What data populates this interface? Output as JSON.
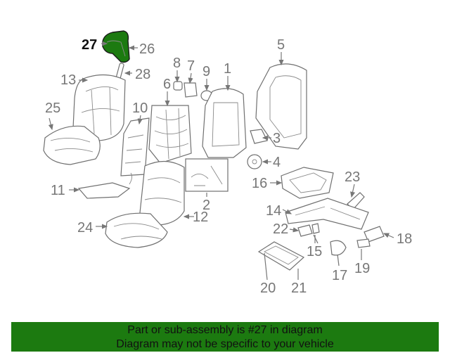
{
  "diagram": {
    "highlight_color": "#1c7a10",
    "highlighted_part": "27",
    "callouts": {
      "c1": "1",
      "c2": "2",
      "c3": "3",
      "c4": "4",
      "c5": "5",
      "c6": "6",
      "c7": "7",
      "c8": "8",
      "c9": "9",
      "c10": "10",
      "c11": "11",
      "c12": "12",
      "c13": "13",
      "c14": "14",
      "c15": "15",
      "c16": "16",
      "c17": "17",
      "c18": "18",
      "c19": "19",
      "c20": "20",
      "c21": "21",
      "c22": "22",
      "c23": "23",
      "c24": "24",
      "c25": "25",
      "c26": "26",
      "c27": "27",
      "c28": "28"
    }
  },
  "banner": {
    "line1": "Part or sub-assembly is #27 in diagram",
    "line2": "Diagram may not be specific to your vehicle",
    "background": "#1c7a10"
  }
}
